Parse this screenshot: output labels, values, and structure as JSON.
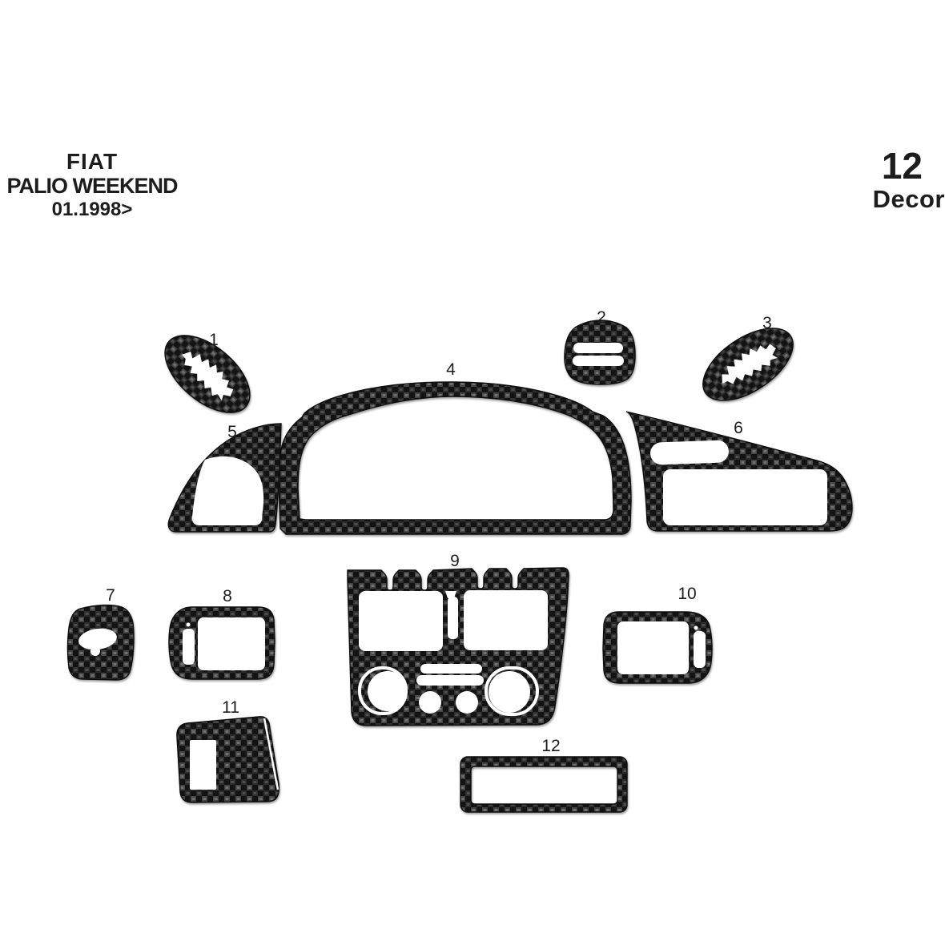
{
  "header": {
    "brand": "FIAT",
    "model": "PALIO WEEKEND",
    "year_range": "01.1998>"
  },
  "badge": {
    "count": "12",
    "label": "Decor"
  },
  "pieces": [
    {
      "label": "1"
    },
    {
      "label": "2"
    },
    {
      "label": "3"
    },
    {
      "label": "4"
    },
    {
      "label": "5"
    },
    {
      "label": "6"
    },
    {
      "label": "7"
    },
    {
      "label": "8"
    },
    {
      "label": "9"
    },
    {
      "label": "10"
    },
    {
      "label": "11"
    },
    {
      "label": "12"
    }
  ],
  "colors": {
    "background": "#ffffff",
    "text": "#1d1d1d",
    "carbon_dark": "#131313",
    "carbon_mid": "#454545",
    "carbon_highlight": "#949494"
  }
}
